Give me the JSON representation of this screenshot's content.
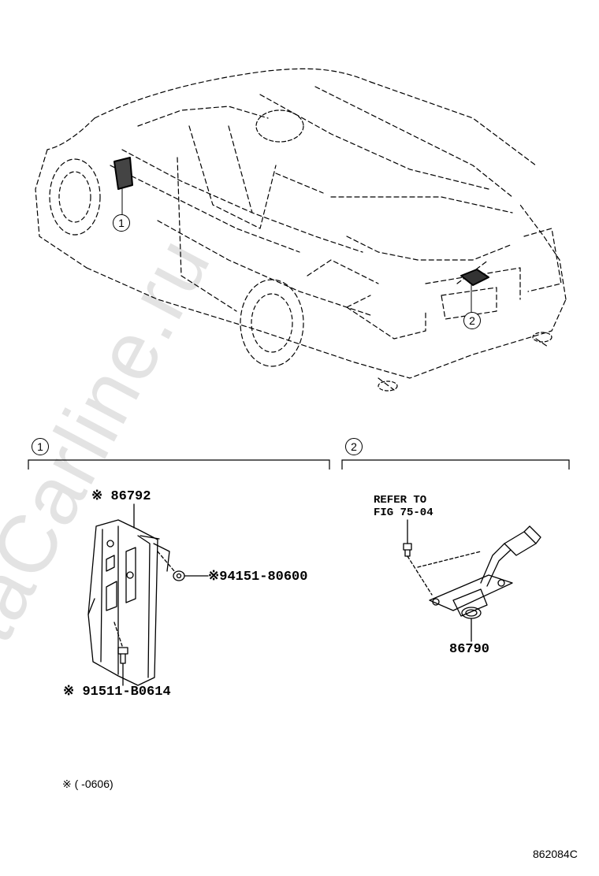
{
  "watermark": "ToyotaCarline.ru",
  "callouts": {
    "car_1": "1",
    "car_2": "2",
    "section_1": "1",
    "section_2": "2"
  },
  "parts": {
    "p86792": "※ 86792",
    "p94151": "※94151-80600",
    "p91511": "※ 91511-B0614",
    "p86790": "86790"
  },
  "refer": {
    "line1": "REFER TO",
    "line2": "FIG 75-04"
  },
  "footnote": "※  (        -0606)",
  "figure_code": "862084C"
}
